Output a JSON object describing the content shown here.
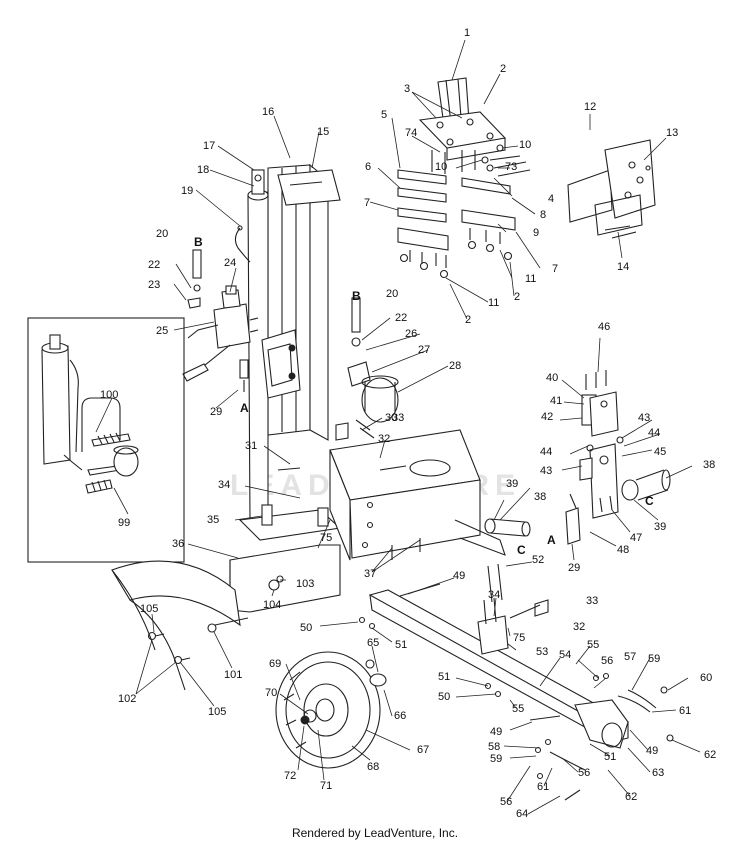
{
  "diagram": {
    "callouts": {
      "c1": "1",
      "c2a": "2",
      "c3": "3",
      "c5": "5",
      "c74": "74",
      "c10a": "10",
      "c10b": "10",
      "c73": "73",
      "c6": "6",
      "c4": "4",
      "c8": "8",
      "c7a": "7",
      "c9": "9",
      "c7b": "7",
      "c11a": "11",
      "c11b": "11",
      "c2b": "2",
      "c2c": "2",
      "c12": "12",
      "c13": "13",
      "c14": "14",
      "c16": "16",
      "c15": "15",
      "c17": "17",
      "c18": "18",
      "c19": "19",
      "c20a": "20",
      "c22a": "22",
      "c23": "23",
      "c24": "24",
      "c25": "25",
      "c29a": "29",
      "c20b": "20",
      "c22b": "22",
      "c26": "26",
      "c27": "27",
      "c28": "28",
      "c30": "30",
      "c31": "31",
      "c32a": "32",
      "c33a": "33",
      "c34a": "34",
      "c35": "35",
      "c36": "36",
      "c37": "37",
      "c38a": "38",
      "c39a": "39",
      "c46": "46",
      "c40": "40",
      "c41": "41",
      "c42": "42",
      "c43a": "43",
      "c44a": "44",
      "c44b": "44",
      "c45": "45",
      "c43b": "43",
      "c38b": "38",
      "c39b": "39",
      "c47": "47",
      "c48": "48",
      "c29b": "29",
      "c100": "100",
      "c99": "99",
      "c75a": "75",
      "c103": "103",
      "c104": "104",
      "c49a": "49",
      "c52": "52",
      "c34b": "34",
      "c33b": "33",
      "c32b": "32",
      "c50a": "50",
      "c51a": "51",
      "c75b": "75",
      "c55a": "55",
      "c53": "53",
      "c54": "54",
      "c105a": "105",
      "c102": "102",
      "c101": "101",
      "c105b": "105",
      "c65": "65",
      "c69": "69",
      "c66": "66",
      "c70": "70",
      "c67": "67",
      "c72": "72",
      "c71": "71",
      "c68": "68",
      "c51b": "51",
      "c50b": "50",
      "c55b": "55",
      "c56a": "56",
      "c57": "57",
      "c59a": "59",
      "c60": "60",
      "c61a": "61",
      "c49b": "49",
      "c58": "58",
      "c59b": "59",
      "c51c": "51",
      "c63": "63",
      "c49c": "49",
      "c62a": "62",
      "c56b": "56",
      "c56c": "56",
      "c61b": "61",
      "c64": "64",
      "c62b": "62"
    },
    "letters": {
      "b1": "B",
      "a1": "A",
      "b2": "B",
      "c1": "C",
      "c2": "C",
      "a2": "A"
    },
    "watermark": "LEADVENTURE",
    "credit": "Rendered by LeadVenture, Inc."
  }
}
